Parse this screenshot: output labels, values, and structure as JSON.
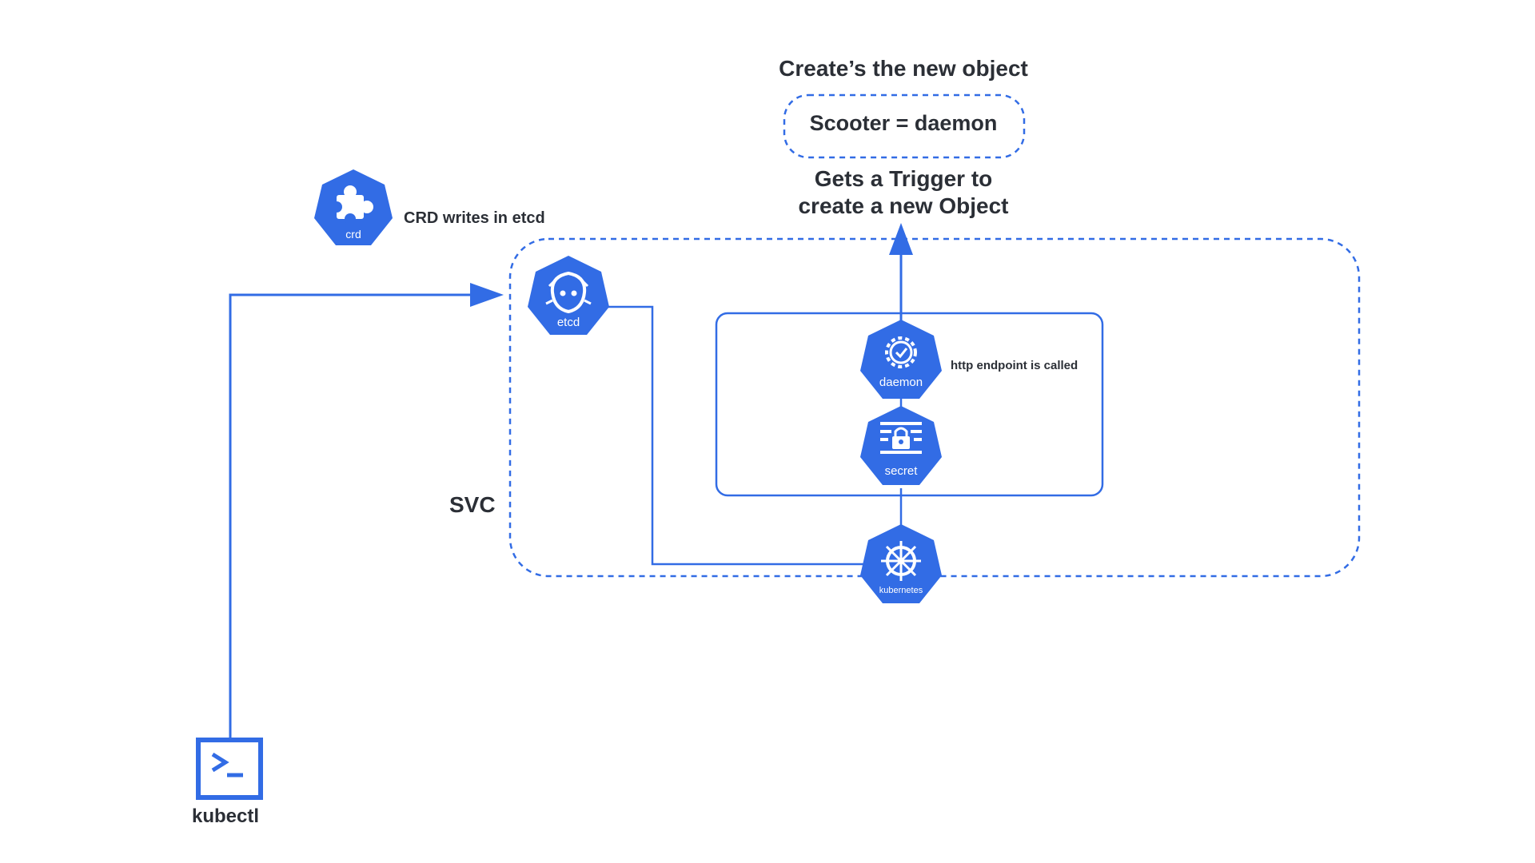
{
  "diagram": {
    "title": "Create’s the new object",
    "object_label": "Scooter = daemon",
    "trigger_label_line1": "Gets a Trigger to",
    "trigger_label_line2": "create a new Object",
    "crd_note": "CRD writes in etcd",
    "http_note": "http endpoint is called",
    "svc_label": "SVC",
    "kubectl_label": "kubectl"
  },
  "nodes": {
    "crd": "crd",
    "etcd": "etcd",
    "daemon": "daemon",
    "secret": "secret",
    "kubernetes": "kubernetes"
  },
  "colors": {
    "accent": "#326ce5",
    "text": "#2b2f36",
    "background": "#ffffff"
  },
  "icons": [
    "puzzle-icon",
    "etcd-icon",
    "gear-check-icon",
    "lock-icon",
    "helm-wheel-icon",
    "terminal-icon"
  ]
}
